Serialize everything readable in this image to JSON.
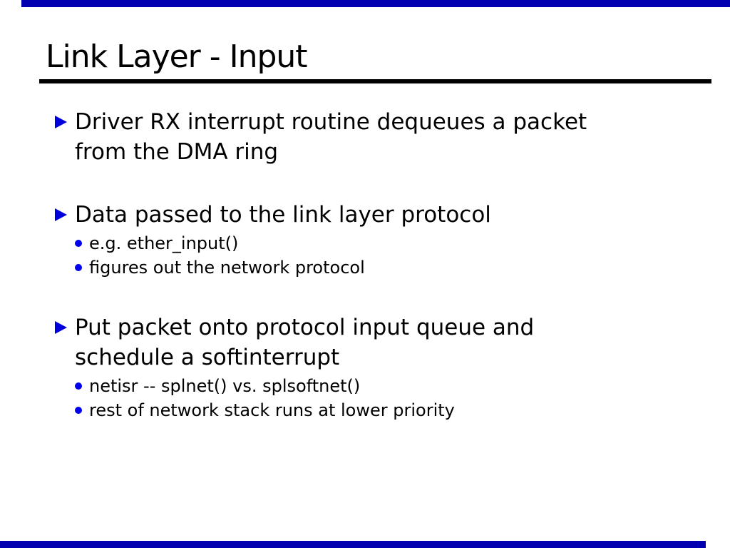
{
  "slide": {
    "title": "Link Layer - Input",
    "colors": {
      "bar_blue": "#0000b0",
      "triangle_blue": "#0000dd",
      "dot_blue": "#0000ee",
      "text": "#000000",
      "rule": "#000000",
      "background": "#ffffff"
    },
    "bullets": [
      {
        "text": "Driver RX interrupt routine dequeues a packet from the DMA ring",
        "subs": []
      },
      {
        "text": "Data passed to the link layer protocol",
        "subs": [
          "e.g. ether_input()",
          "figures out the network protocol"
        ]
      },
      {
        "text": "Put packet onto protocol input queue and schedule a softinterrupt",
        "subs": [
          "netisr -- splnet() vs. splsoftnet()",
          "rest of network stack runs at lower priority"
        ]
      }
    ]
  }
}
